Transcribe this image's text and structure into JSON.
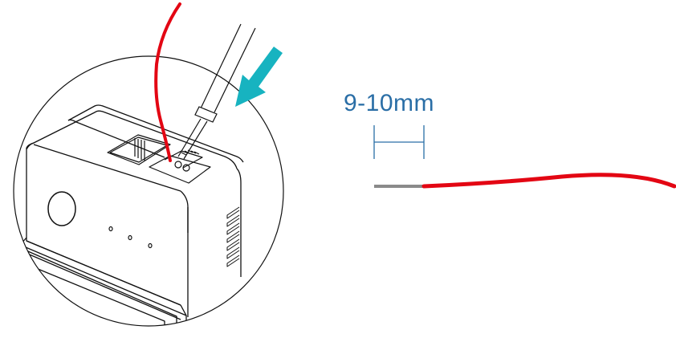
{
  "diagram": {
    "type": "wiring-installation-illustration",
    "strip_length_label": "9-10mm",
    "colors": {
      "wire_red": "#e30613",
      "wire_stripped_gray": "#8a8a8a",
      "arrow_teal": "#17b3c0",
      "measure_blue": "#2a6ea6",
      "line_black": "#111111"
    },
    "parts": {
      "device": "wall switch module with terminal block",
      "tool": "screwdriver pressing terminal lever",
      "arrow": "press-down direction arrow",
      "wire": "red wire with stripped end"
    }
  }
}
